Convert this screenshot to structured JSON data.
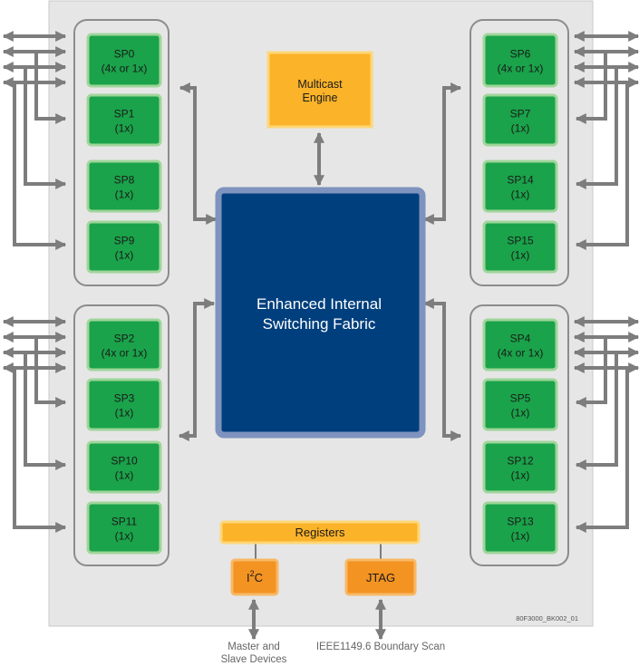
{
  "ports": [
    {
      "id": "sp0",
      "name": "SP0",
      "mode": "(4x or 1x)"
    },
    {
      "id": "sp1",
      "name": "SP1",
      "mode": "(1x)"
    },
    {
      "id": "sp8",
      "name": "SP8",
      "mode": "(1x)"
    },
    {
      "id": "sp9",
      "name": "SP9",
      "mode": "(1x)"
    },
    {
      "id": "sp2",
      "name": "SP2",
      "mode": "(4x or 1x)"
    },
    {
      "id": "sp3",
      "name": "SP3",
      "mode": "(1x)"
    },
    {
      "id": "sp10",
      "name": "SP10",
      "mode": "(1x)"
    },
    {
      "id": "sp11",
      "name": "SP11",
      "mode": "(1x)"
    },
    {
      "id": "sp6",
      "name": "SP6",
      "mode": "(4x or 1x)"
    },
    {
      "id": "sp7",
      "name": "SP7",
      "mode": "(1x)"
    },
    {
      "id": "sp14",
      "name": "SP14",
      "mode": "(1x)"
    },
    {
      "id": "sp15",
      "name": "SP15",
      "mode": "(1x)"
    },
    {
      "id": "sp4",
      "name": "SP4",
      "mode": "(4x or 1x)"
    },
    {
      "id": "sp5",
      "name": "SP5",
      "mode": "(1x)"
    },
    {
      "id": "sp12",
      "name": "SP12",
      "mode": "(1x)"
    },
    {
      "id": "sp13",
      "name": "SP13",
      "mode": "(1x)"
    }
  ],
  "fabric": {
    "line1": "Enhanced Internal",
    "line2": "Switching Fabric"
  },
  "multicast": {
    "line1": "Multicast",
    "line2": "Engine"
  },
  "registers": {
    "label": "Registers"
  },
  "i2c": {
    "base": "I",
    "sup": "2",
    "tail": "C"
  },
  "jtag": {
    "label": "JTAG"
  },
  "captions": {
    "i2c_line1": "Master and",
    "i2c_line2": "Slave Devices",
    "jtag": "IEEE1149.6 Boundary Scan"
  },
  "figure_ref": "80F3000_BK002_01",
  "colors": {
    "chip": "#e6e6e6",
    "port_fill": "#1aa34a",
    "port_border": "#9fd59a",
    "fabric_fill": "#003f7d",
    "fabric_border": "#7f93bf",
    "engine_fill": "#fbb32a",
    "engine_border": "#fdd777",
    "orange_fill": "#f39322",
    "arrow": "#7d7d7d"
  }
}
